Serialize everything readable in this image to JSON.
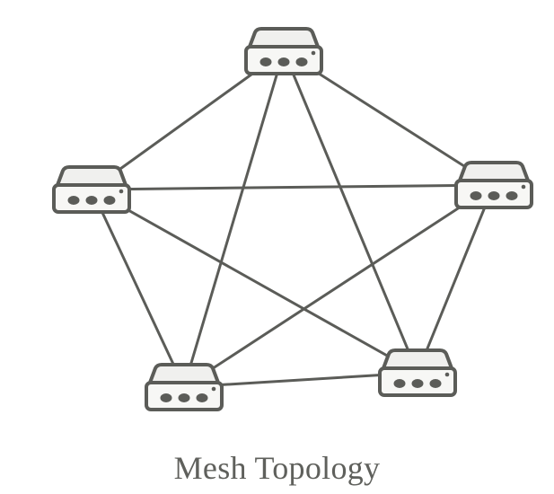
{
  "title": "Mesh Topology",
  "colors": {
    "stroke": "#5b5c58",
    "router_top_fill": "#f0f0ee",
    "router_body_fill": "#f7f7f5",
    "background": "#ffffff"
  },
  "nodes": [
    {
      "id": "top",
      "icon": "router-icon"
    },
    {
      "id": "left",
      "icon": "router-icon"
    },
    {
      "id": "right",
      "icon": "router-icon"
    },
    {
      "id": "bottom-left",
      "icon": "router-icon"
    },
    {
      "id": "bottom-right",
      "icon": "router-icon"
    }
  ],
  "links": [
    [
      "top",
      "left"
    ],
    [
      "top",
      "right"
    ],
    [
      "top",
      "bottom-left"
    ],
    [
      "top",
      "bottom-right"
    ],
    [
      "left",
      "right"
    ],
    [
      "left",
      "bottom-left"
    ],
    [
      "left",
      "bottom-right"
    ],
    [
      "right",
      "bottom-left"
    ],
    [
      "right",
      "bottom-right"
    ],
    [
      "bottom-left",
      "bottom-right"
    ]
  ]
}
